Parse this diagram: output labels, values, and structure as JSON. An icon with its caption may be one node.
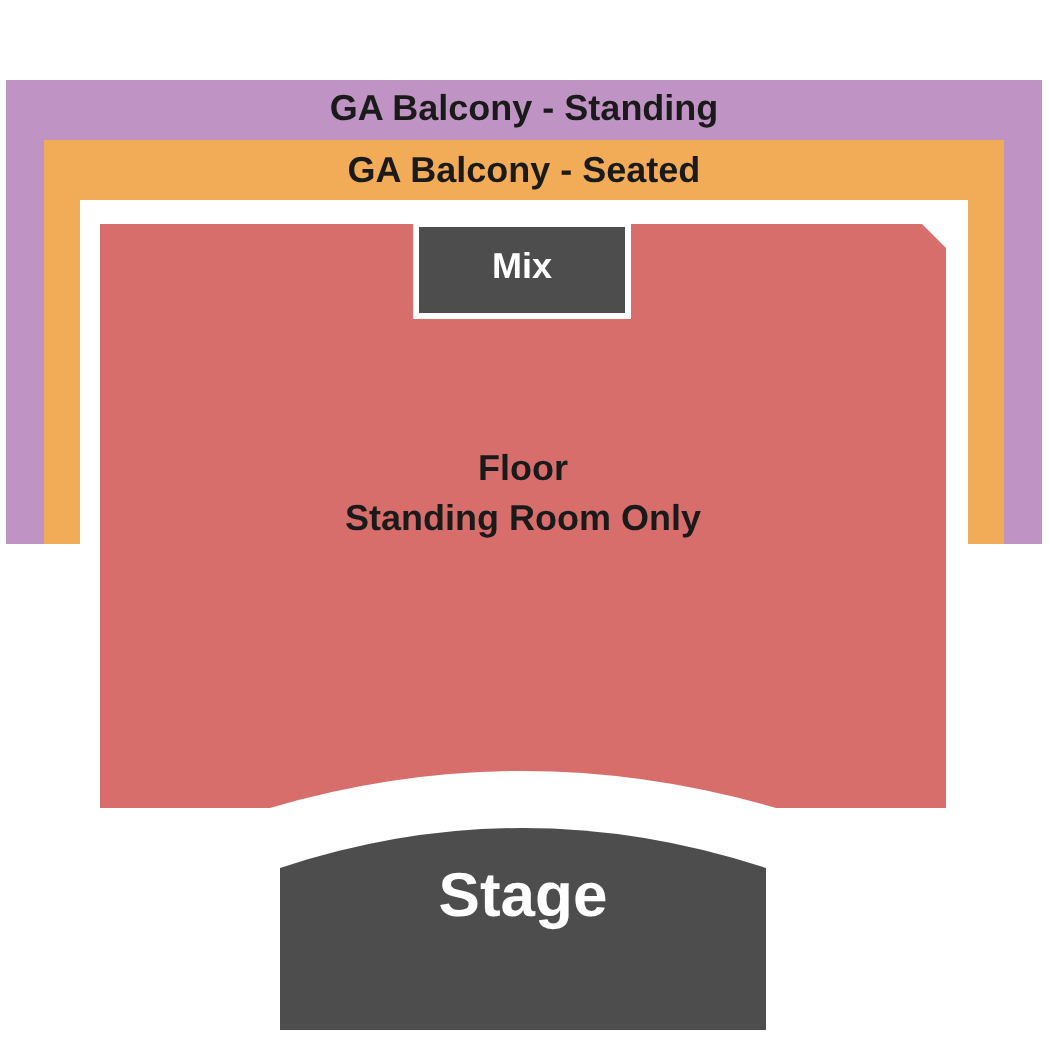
{
  "diagram": {
    "nodes": [
      {
        "text": [
          "GA Balcony - Standing"
        ]
      },
      {
        "text": [
          "GA Balcony - Seated"
        ]
      },
      {
        "text": [
          "Floor",
          "Standing Room Only"
        ]
      },
      {
        "text": [
          "Mix"
        ],
        "in": 2
      },
      {
        "text": [
          "Stage"
        ]
      }
    ]
  }
}
